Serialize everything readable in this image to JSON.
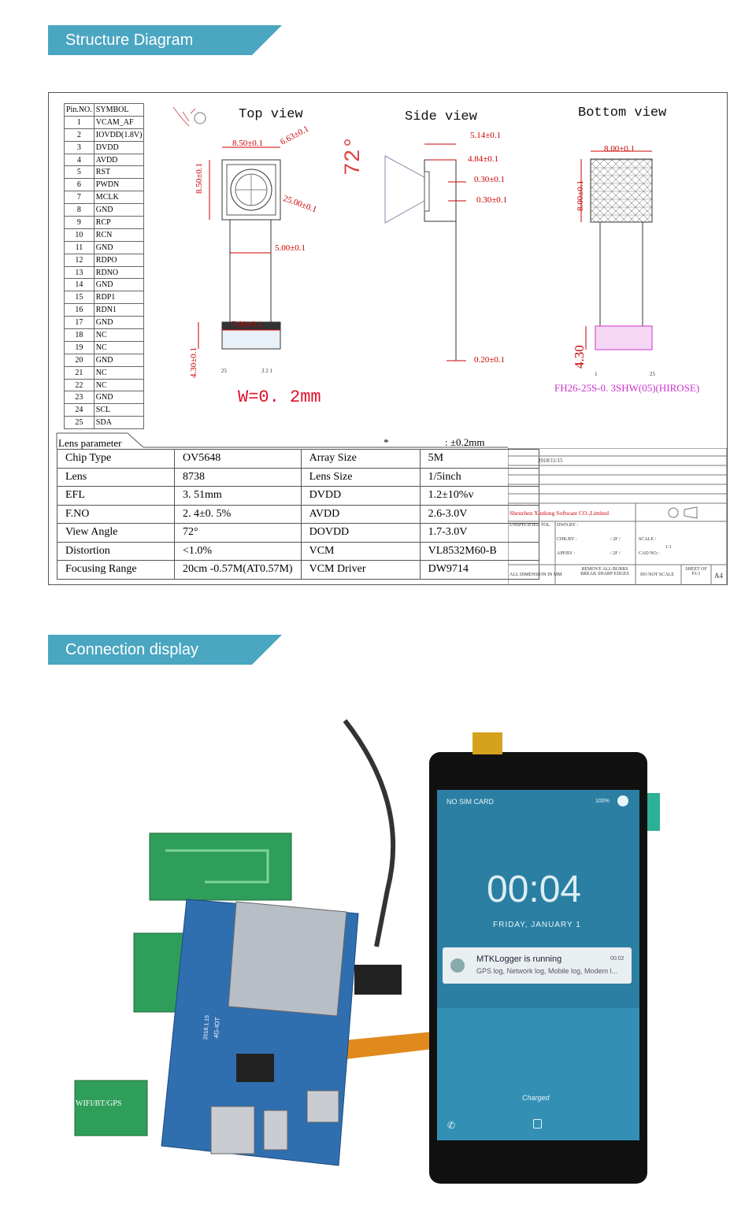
{
  "banners": {
    "structure": "Structure Diagram",
    "connection": "Connection display"
  },
  "colors": {
    "banner": "#4aa6c1",
    "dim_red": "#cc0000",
    "connector_magenta": "#cc33cc",
    "phone_bg": "#2a7fa3"
  },
  "pin_table": {
    "header": {
      "pin": "Pin.NO.",
      "symbol": "SYMBOL"
    },
    "rows": [
      [
        "1",
        "VCAM_AF"
      ],
      [
        "2",
        "IOVDD(1.8V)"
      ],
      [
        "3",
        "DVDD"
      ],
      [
        "4",
        "AVDD"
      ],
      [
        "5",
        "RST"
      ],
      [
        "6",
        "PWDN"
      ],
      [
        "7",
        "MCLK"
      ],
      [
        "8",
        "GND"
      ],
      [
        "9",
        "RCP"
      ],
      [
        "10",
        "RCN"
      ],
      [
        "11",
        "GND"
      ],
      [
        "12",
        "RDPO"
      ],
      [
        "13",
        "RDNO"
      ],
      [
        "14",
        "GND"
      ],
      [
        "15",
        "RDP1"
      ],
      [
        "16",
        "RDN1"
      ],
      [
        "17",
        "GND"
      ],
      [
        "18",
        "NC"
      ],
      [
        "19",
        "NC"
      ],
      [
        "20",
        "GND"
      ],
      [
        "21",
        "NC"
      ],
      [
        "22",
        "NC"
      ],
      [
        "23",
        "GND"
      ],
      [
        "24",
        "SCL"
      ],
      [
        "25",
        "SDA"
      ]
    ]
  },
  "views": {
    "top": "Top view",
    "side": "Side view",
    "bottom": "Bottom view"
  },
  "dimensions": {
    "top_width": "8.50±0.1",
    "top_height": "8.50±0.1",
    "top_diag": "6.63±0.1",
    "top_lens": "25.00±0.1",
    "top_flex": "5.00±0.1",
    "top_conn_w": "7.80±0.1",
    "top_conn_h": "4.30±0.1",
    "side_total": "5.14±0.1",
    "side_a": "4.84±0.1",
    "side_b": "0.30±0.1",
    "side_c": "0.30±0.1",
    "side_flex": "0.20±0.1",
    "side_angle": "72°",
    "bottom_width": "8.00±0.1",
    "bottom_height": "8.00±0.1",
    "bottom_conn": "4.30",
    "conn_pins_left": "25",
    "conn_pins_mid": "3 2 1",
    "conn_pin_1": "1",
    "conn_pin_25": "25",
    "w_label": "W=0. 2mm",
    "connector_part": "FH26-25S-0. 3SHW(05)(HIROSE)",
    "tolerance_note": "*",
    "tolerance": ": ±0.2mm"
  },
  "lens_header": "Lens parameter",
  "params": [
    [
      "Chip Type",
      "OV5648",
      "Array Size",
      "5M"
    ],
    [
      "Lens",
      "8738",
      "Lens Size",
      "1/5inch"
    ],
    [
      "EFL",
      "3. 51mm",
      "DVDD",
      "1.2±10%v"
    ],
    [
      "F.NO",
      "2. 4±0. 5%",
      "AVDD",
      "2.6-3.0V"
    ],
    [
      "View Angle",
      "72°",
      "DOVDD",
      "1.7-3.0V"
    ],
    [
      "Distortion",
      "<1.0%",
      "VCM",
      "VL8532M60-B"
    ],
    [
      "Focusing Range",
      "20cm -0.57M(AT0.57M)",
      "VCM Driver",
      "DW9714"
    ]
  ],
  "title_block": {
    "date": "2018/11/15",
    "company": "Shenzhen Xunlong Software CO.,Limited",
    "unspecified": "UNSPECIFIED TOL",
    "dwn": "DWN.BY :",
    "chk": "CHK.BY :",
    "app": "APP.BY :",
    "scale": "SCALE :",
    "scale_val": "1:1",
    "cad": "CAD NO.:",
    "dim_mm": "ALL DIMENSION IN MM",
    "burrs": "REMOVE ALL BURRS BREAK SHARP EDGES",
    "noscale": "DO NOT SCALE",
    "sheet": "SHEET OF P1/1",
    "size": "A4",
    "slash1": "/ 2F /",
    "slash2": "/ 2F /"
  },
  "phone": {
    "status_left": "NO SIM CARD",
    "battery": "100%",
    "time": "00:04",
    "date": "FRIDAY, JANUARY 1",
    "notif_title": "MTKLogger is running",
    "notif_time": "00:02",
    "notif_body": "GPS log, Network log, Mobile log, Modem l...",
    "charged": "Charged"
  },
  "board": {
    "antenna_label": "WIFI/BT/GPS",
    "board_label": "4G-IOT",
    "board_date": "2018.1.15"
  }
}
